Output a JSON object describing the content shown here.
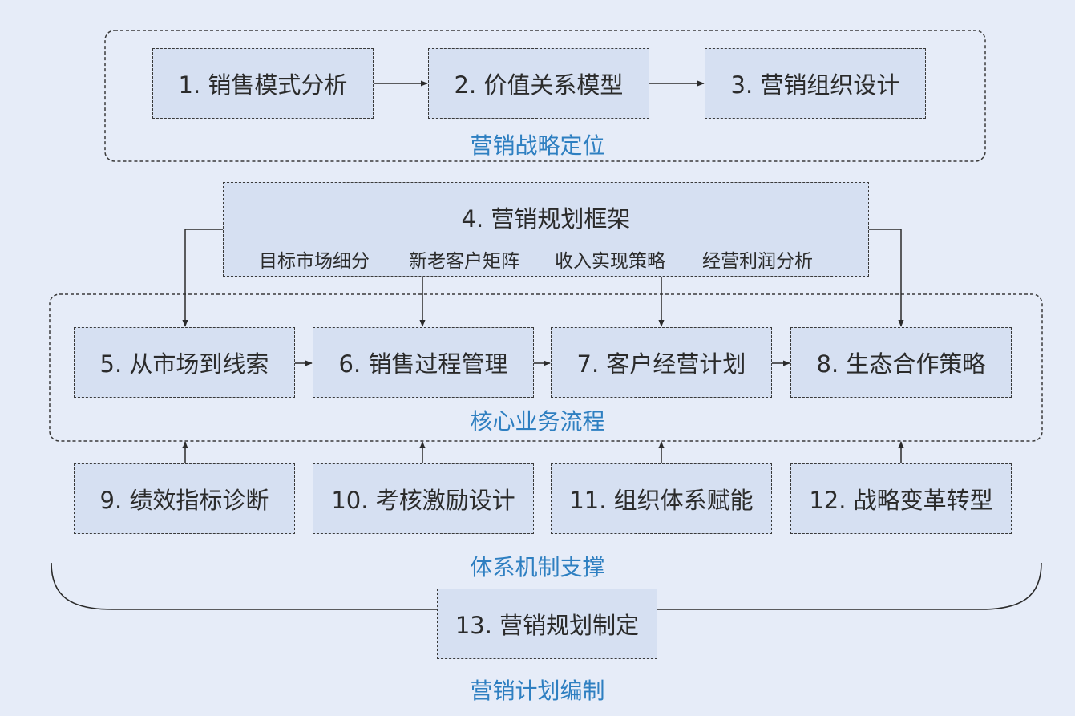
{
  "groups": {
    "strategy": "营销战略定位",
    "core": "核心业务流程",
    "support": "体系机制支撑",
    "plan": "营销计划编制"
  },
  "strategy_boxes": [
    "1. 销售模式分析",
    "2. 价值关系模型",
    "3. 营销组织设计"
  ],
  "framework": {
    "title": "4. 营销规划框架",
    "items": [
      "目标市场细分",
      "新老客户矩阵",
      "收入实现策略",
      "经营利润分析"
    ]
  },
  "core_boxes": [
    "5. 从市场到线索",
    "6. 销售过程管理",
    "7. 客户经营计划",
    "8. 生态合作策略"
  ],
  "support_boxes": [
    "9. 绩效指标诊断",
    "10. 考核激励设计",
    "11. 组织体系赋能",
    "12. 战略变革转型"
  ],
  "final_box": "13. 营销规划制定",
  "colors": {
    "background": "#e6ecf8",
    "box_fill": "#d6e0f2",
    "caption": "#2e7fc1",
    "line": "#3a3a3a"
  }
}
